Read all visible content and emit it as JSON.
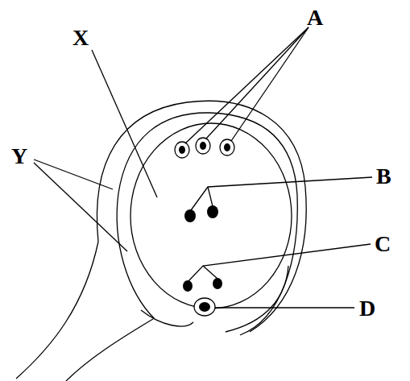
{
  "diagram": {
    "labels": [
      "A",
      "X",
      "Y",
      "B",
      "C",
      "D"
    ]
  }
}
